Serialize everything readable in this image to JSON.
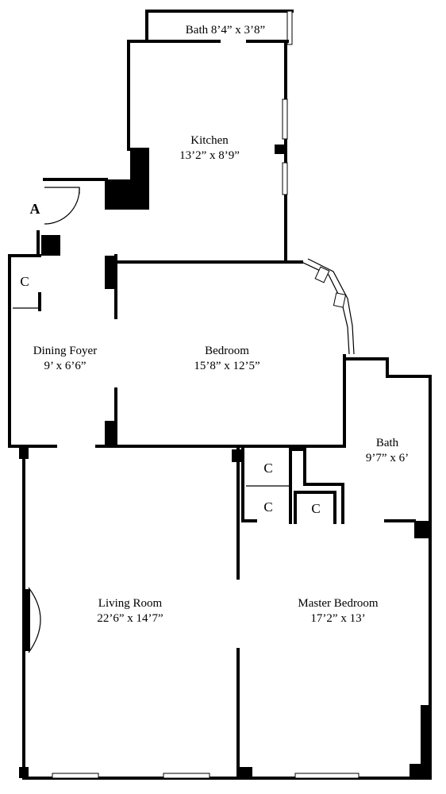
{
  "rooms": {
    "bath_top": {
      "name": "Bath",
      "dims": "8’4” x 3’8”"
    },
    "kitchen": {
      "name": "Kitchen",
      "dims": "13’2” x 8’9”"
    },
    "dining": {
      "name": "Dining Foyer",
      "dims": "9’ x 6’6”"
    },
    "bedroom": {
      "name": "Bedroom",
      "dims": "15’8” x 12’5”"
    },
    "bath_right": {
      "name": "Bath",
      "dims": "9’7” x 6’"
    },
    "living": {
      "name": "Living Room",
      "dims": "22’6” x 14’7”"
    },
    "master": {
      "name": "Master Bedroom",
      "dims": "17’2” x 13’"
    }
  },
  "closets": {
    "c1": "C",
    "c2": "C",
    "c3": "C",
    "c4": "C"
  },
  "entry_marker": "A"
}
